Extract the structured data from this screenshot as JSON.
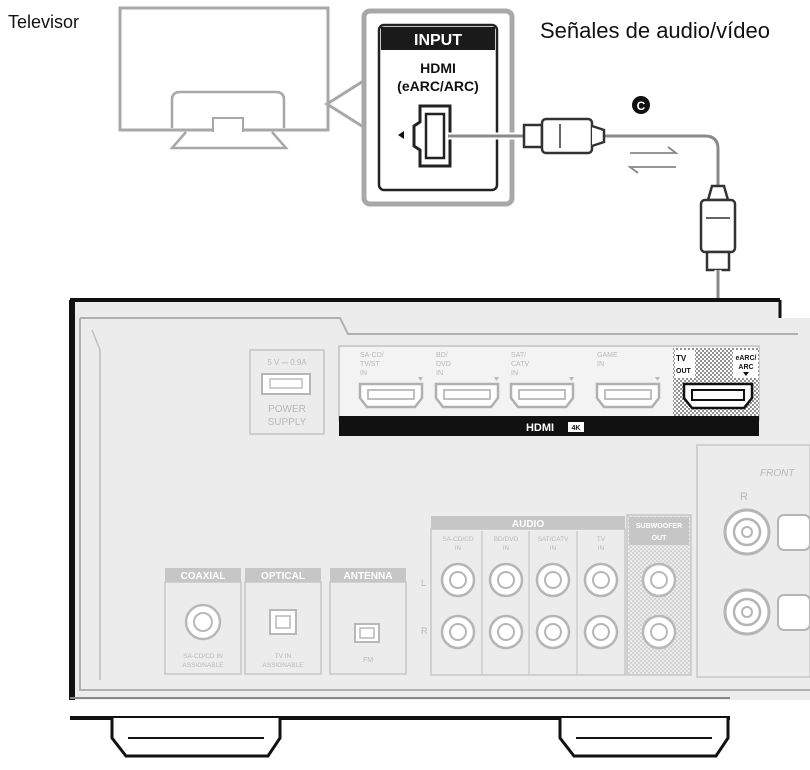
{
  "labels": {
    "tv": "Televisor",
    "signals": "Señales de audio/vídeo",
    "callout": "C"
  },
  "tv_panel": {
    "input": "INPUT",
    "hdmi": "HDMI",
    "earc": "(eARC/ARC)"
  },
  "receiver": {
    "power_supply_top": "5 V ⎓ 0.9A",
    "power_supply_1": "POWER",
    "power_supply_2": "SUPPLY",
    "hdmi_bar": "HDMI",
    "hdmi_4k": "4K",
    "hdmi_ports": [
      {
        "l1": "SA-CD/",
        "l2": "TV/ST",
        "l3": "IN"
      },
      {
        "l1": "BD/",
        "l2": "DVD",
        "l3": "IN"
      },
      {
        "l1": "SAT/",
        "l2": "CATV",
        "l3": "IN"
      },
      {
        "l1": "GAME",
        "l2": "IN",
        "l3": ""
      }
    ],
    "tv_out_1": "TV",
    "tv_out_2": "OUT",
    "tv_out_3": "eARC/",
    "tv_out_4": "ARC",
    "audio": "AUDIO",
    "audio_inputs": [
      {
        "l1": "SA-CD/CD",
        "l2": "IN"
      },
      {
        "l1": "BD/DVD",
        "l2": "IN"
      },
      {
        "l1": "SAT/CATV",
        "l2": "IN"
      },
      {
        "l1": "TV",
        "l2": "IN"
      }
    ],
    "subwoofer_1": "SUBWOOFER",
    "subwoofer_2": "OUT",
    "front": "FRONT",
    "front_r": "R",
    "coaxial": "COAXIAL",
    "coaxial_sub1": "SA-CD/CD IN",
    "coaxial_sub2": "ASSIGNABLE",
    "optical": "OPTICAL",
    "optical_sub1": "TV IN",
    "optical_sub2": "ASSIGNABLE",
    "antenna": "ANTENNA",
    "antenna_sub": "FM",
    "side_l": "L",
    "side_r": "R"
  }
}
